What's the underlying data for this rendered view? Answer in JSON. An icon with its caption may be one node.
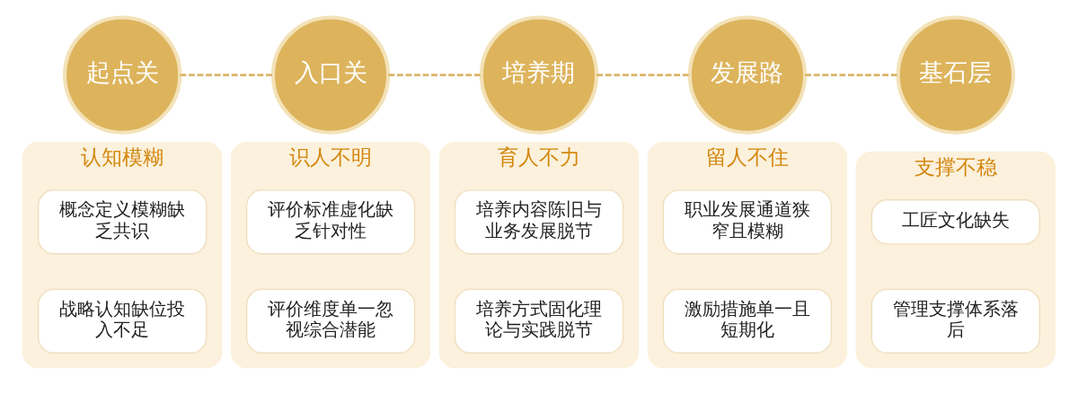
{
  "diagram": {
    "nodes": [
      {
        "text": [
          "起点关"
        ]
      },
      {
        "text": [
          "入口关"
        ]
      },
      {
        "text": [
          "培养期"
        ]
      },
      {
        "text": [
          "发展路"
        ]
      },
      {
        "text": [
          "基石层"
        ]
      },
      {
        "text": [
          "认知模糊"
        ]
      },
      {
        "text": [
          "概念定义模糊缺乏共识"
        ],
        "in": 5
      },
      {
        "text": [
          "战略认知缺位投入不足"
        ],
        "in": 5
      },
      {
        "text": [
          "识人不明"
        ]
      },
      {
        "text": [
          "评价标准虚化缺乏针对性"
        ],
        "in": 8
      },
      {
        "text": [
          "评价维度单一忽视综合潜能"
        ],
        "in": 8
      },
      {
        "text": [
          "育人不力"
        ]
      },
      {
        "text": [
          "培养内容陈旧与业务发展脱节"
        ],
        "in": 11
      },
      {
        "text": [
          "培养方式固化理论与实践脱节"
        ],
        "in": 11
      },
      {
        "text": [
          "留人不住"
        ]
      },
      {
        "text": [
          "职业发展通道狭窄且模糊"
        ],
        "in": 14
      },
      {
        "text": [
          "激励措施单一且短期化"
        ],
        "in": 14
      },
      {
        "text": [
          "支撑不稳"
        ]
      },
      {
        "text": [
          "工匠文化缺失"
        ],
        "in": 17
      },
      {
        "text": [
          "管理支撑体系落后"
        ],
        "in": 17
      }
    ],
    "edges": [
      {
        "from": 0,
        "to": 1,
        "arrow": "none",
        "style": "dashed"
      },
      {
        "from": 1,
        "to": 2,
        "arrow": "none",
        "style": "dashed"
      },
      {
        "from": 2,
        "to": 3,
        "arrow": "none",
        "style": "dashed"
      },
      {
        "from": 3,
        "to": 4,
        "arrow": "none",
        "style": "dashed"
      }
    ]
  }
}
